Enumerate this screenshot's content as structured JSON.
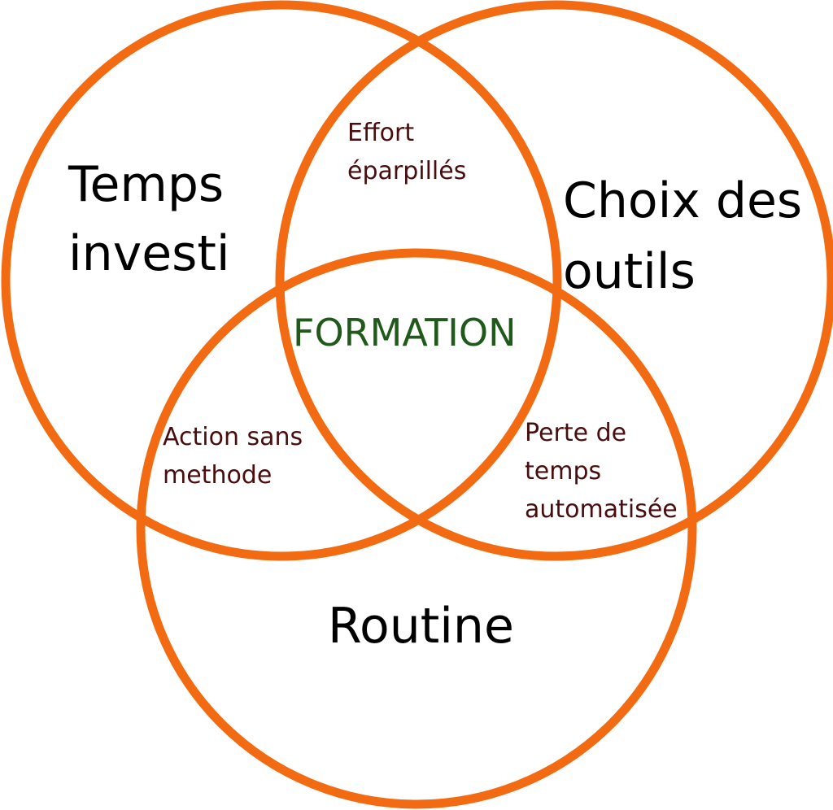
{
  "colors": {
    "circle_stroke": "#f26b12",
    "primary_text": "#000000",
    "overlap_text": "#4a0d0d",
    "center_text": "#1f5a1a"
  },
  "sets": {
    "left": {
      "line1": "Temps",
      "line2": "investi"
    },
    "right": {
      "line1": "Choix des",
      "line2": "outils"
    },
    "bottom": {
      "line1": "Routine"
    }
  },
  "overlaps": {
    "left_right": {
      "line1": "Effort",
      "line2": "éparpillés"
    },
    "left_bottom": {
      "line1": "Action sans",
      "line2": "methode"
    },
    "right_bottom": {
      "line1": "Perte de",
      "line2": "temps",
      "line3": "automatisée"
    },
    "all": {
      "line1": "FORMATION"
    }
  }
}
